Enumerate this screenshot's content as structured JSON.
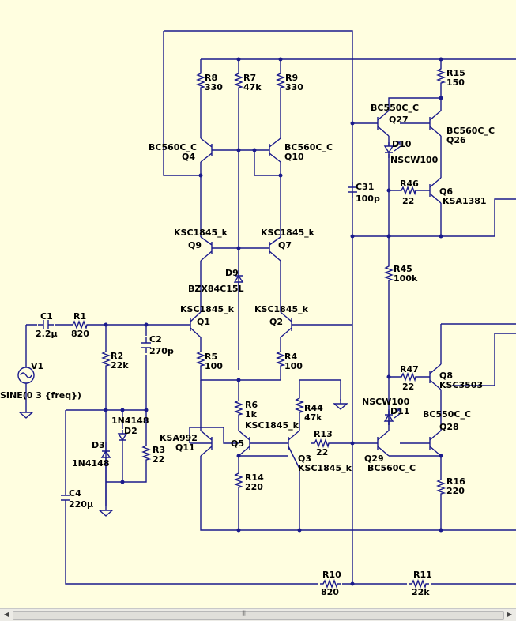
{
  "components": {
    "r8": {
      "ref": "R8",
      "value": "330"
    },
    "r7": {
      "ref": "R7",
      "value": "47k"
    },
    "r9": {
      "ref": "R9",
      "value": "330"
    },
    "r15": {
      "ref": "R15",
      "value": "150"
    },
    "q4": {
      "model": "BC560C_C",
      "ref": "Q4"
    },
    "q10": {
      "model": "BC560C_C",
      "ref": "Q10"
    },
    "q27": {
      "model": "BC550C_C",
      "ref": "Q27"
    },
    "q26": {
      "model": "BC560C_C",
      "ref": "Q26"
    },
    "d10": {
      "ref": "D10",
      "model": "NSCW100"
    },
    "c31": {
      "ref": "C31",
      "value": "100p"
    },
    "r46": {
      "ref": "R46",
      "value": "22"
    },
    "q6": {
      "ref": "Q6",
      "model": "KSA1381"
    },
    "q9": {
      "model": "KSC1845_k",
      "ref": "Q9"
    },
    "q7": {
      "model": "KSC1845_k",
      "ref": "Q7"
    },
    "d9": {
      "ref": "D9",
      "model": "BZX84C15L"
    },
    "r45": {
      "ref": "R45",
      "value": "100k"
    },
    "c1": {
      "ref": "C1",
      "value": "2.2µ"
    },
    "r1": {
      "ref": "R1",
      "value": "820"
    },
    "q1": {
      "model": "KSC1845_k",
      "ref": "Q1"
    },
    "q2": {
      "model": "KSC1845_k",
      "ref": "Q2"
    },
    "c2": {
      "ref": "C2",
      "value": "270p"
    },
    "r2": {
      "ref": "R2",
      "value": "22k"
    },
    "v1": {
      "ref": "V1",
      "value": "SINE(0 3 {freq})"
    },
    "r5": {
      "ref": "R5",
      "value": "100"
    },
    "r4": {
      "ref": "R4",
      "value": "100"
    },
    "r47": {
      "ref": "R47",
      "value": "22"
    },
    "q8": {
      "ref": "Q8",
      "model": "KSC3503"
    },
    "r6": {
      "ref": "R6",
      "value": "1k"
    },
    "r44": {
      "ref": "R44",
      "value": "47k"
    },
    "d11": {
      "model": "NSCW100",
      "ref": "D11"
    },
    "q28": {
      "model": "BC550C_C",
      "ref": "Q28"
    },
    "d2": {
      "model": "1N4148",
      "ref": "D2"
    },
    "q11": {
      "model": "KSA992",
      "ref": "Q11"
    },
    "q5": {
      "ref": "Q5",
      "model": "KSC1845_k"
    },
    "r13": {
      "ref": "R13",
      "value": "22"
    },
    "d3": {
      "ref": "D3",
      "model": "1N4148"
    },
    "r3": {
      "ref": "R3",
      "value": "22"
    },
    "q3": {
      "ref": "Q3",
      "model": "KSC1845_k"
    },
    "q29": {
      "ref": "Q29",
      "model": "BC560C_C"
    },
    "r14": {
      "ref": "R14",
      "value": "220"
    },
    "r16": {
      "ref": "R16",
      "value": "220"
    },
    "c4": {
      "ref": "C4",
      "value": "220µ"
    },
    "r10": {
      "ref": "R10",
      "value": "820"
    },
    "r11": {
      "ref": "R11",
      "value": "22k"
    }
  },
  "colors": {
    "background": "#fffee0",
    "wire": "#1a1a8c",
    "text": "#000000"
  }
}
